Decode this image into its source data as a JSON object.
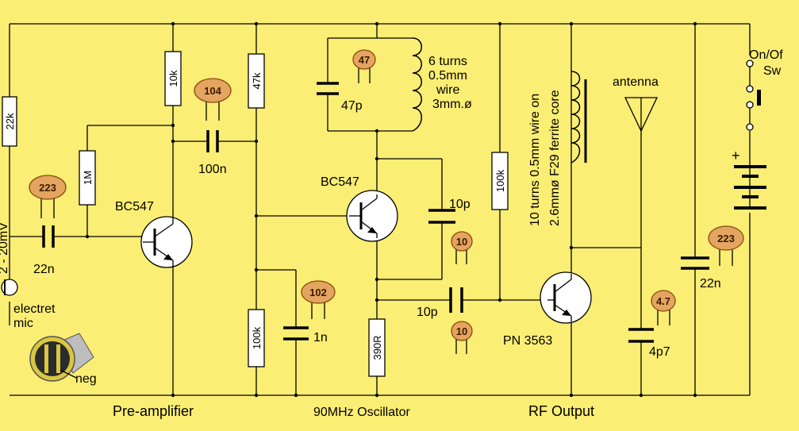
{
  "resistors": {
    "r22k": "22k",
    "r10k": "10k",
    "r47k": "47k",
    "r1m": "1M",
    "r100k_osc": "100k",
    "r390r": "390R",
    "r100k_rf": "100k"
  },
  "capacitors": {
    "c22n_in": "22n",
    "c22n_in_code": "223",
    "c100n": "100n",
    "c100n_code": "104",
    "c47p": "47p",
    "c47p_code": "47",
    "c10p_fb": "10p",
    "c10p_fb_code": "10",
    "c10p_cpl": "10p",
    "c10p_cpl_code": "10",
    "c1n": "1n",
    "c1n_code": "102",
    "c4p7": "4p7",
    "c4p7_code": "4.7",
    "c22n_sup": "22n",
    "c22n_sup_code": "223"
  },
  "transistors": {
    "q1": "BC547",
    "q2": "BC547",
    "q3": "PN 3563"
  },
  "coil": {
    "line1": "6 turns",
    "line2": "0.5mm",
    "line3": "wire",
    "line4": "3mm.ø"
  },
  "antenna_coil": {
    "line1": "10 turns 0.5mm wire on",
    "line2": "2.6mmø  F29 ferrite core"
  },
  "antenna": "antenna",
  "switch": {
    "line1": "On/Of",
    "line2": "Sw"
  },
  "battery_plus": "+",
  "mic": {
    "label1": "electret",
    "label2": "mic",
    "neg": "neg",
    "signal": "2 - 20mV"
  },
  "sections": {
    "preamp": "Pre-amplifier",
    "osc": "90MHz Oscillator",
    "rf": "RF Output"
  },
  "colors": {
    "background": "#fbee74",
    "cap_body": "#e4a560",
    "cap_stroke": "#8a4a10",
    "transistor_fill": "#ffffff",
    "mic_body": "#2b2b2b",
    "mic_ring": "#d9c740"
  }
}
